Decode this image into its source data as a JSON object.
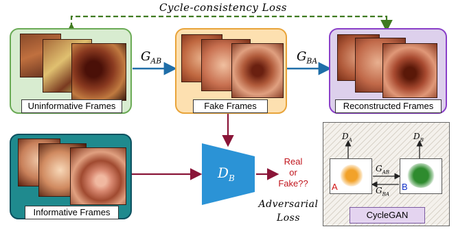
{
  "title": "Cycle-consistency Loss",
  "frames": {
    "uninformative": "Uninformative Frames",
    "fake": "Fake Frames",
    "reconstructed": "Reconstructed Frames",
    "informative": "Informative Frames"
  },
  "generators": {
    "g_ab": "G",
    "g_ab_sub": "AB",
    "g_ba": "G",
    "g_ba_sub": "BA"
  },
  "discriminator": {
    "name": "D",
    "sub": "B"
  },
  "output": {
    "line1": "Real",
    "line2": "or",
    "line3": "Fake??"
  },
  "adversarial": {
    "line1": "Adversarial",
    "line2": "Loss"
  },
  "inset": {
    "caption": "CycleGAN",
    "d_a": "D",
    "d_a_sub": "A",
    "d_b": "D",
    "d_b_sub": "B",
    "g_ab": "G",
    "g_ab_sub": "AB",
    "g_ba": "G",
    "g_ba_sub": "BA",
    "a_label": "A",
    "b_label": "B"
  },
  "colors": {
    "green_box_fill": "#d8ecd0",
    "green_box_stroke": "#6aaa55",
    "orange_box_fill": "#fde0b0",
    "orange_box_stroke": "#e8a43a",
    "purple_box_fill": "#ddd0ec",
    "purple_box_stroke": "#8a3fc8",
    "teal_box_fill": "#1f8a8e",
    "teal_box_stroke": "#0b4f5e",
    "arrow_blue": "#1f6ea8",
    "arrow_red": "#8a1538",
    "cycle_green": "#3f7a1f",
    "disc_blue": "#2b93d6",
    "output_red": "#c0141c",
    "cluster_orange": "#f2a22a",
    "cluster_green": "#2e8b2e"
  }
}
